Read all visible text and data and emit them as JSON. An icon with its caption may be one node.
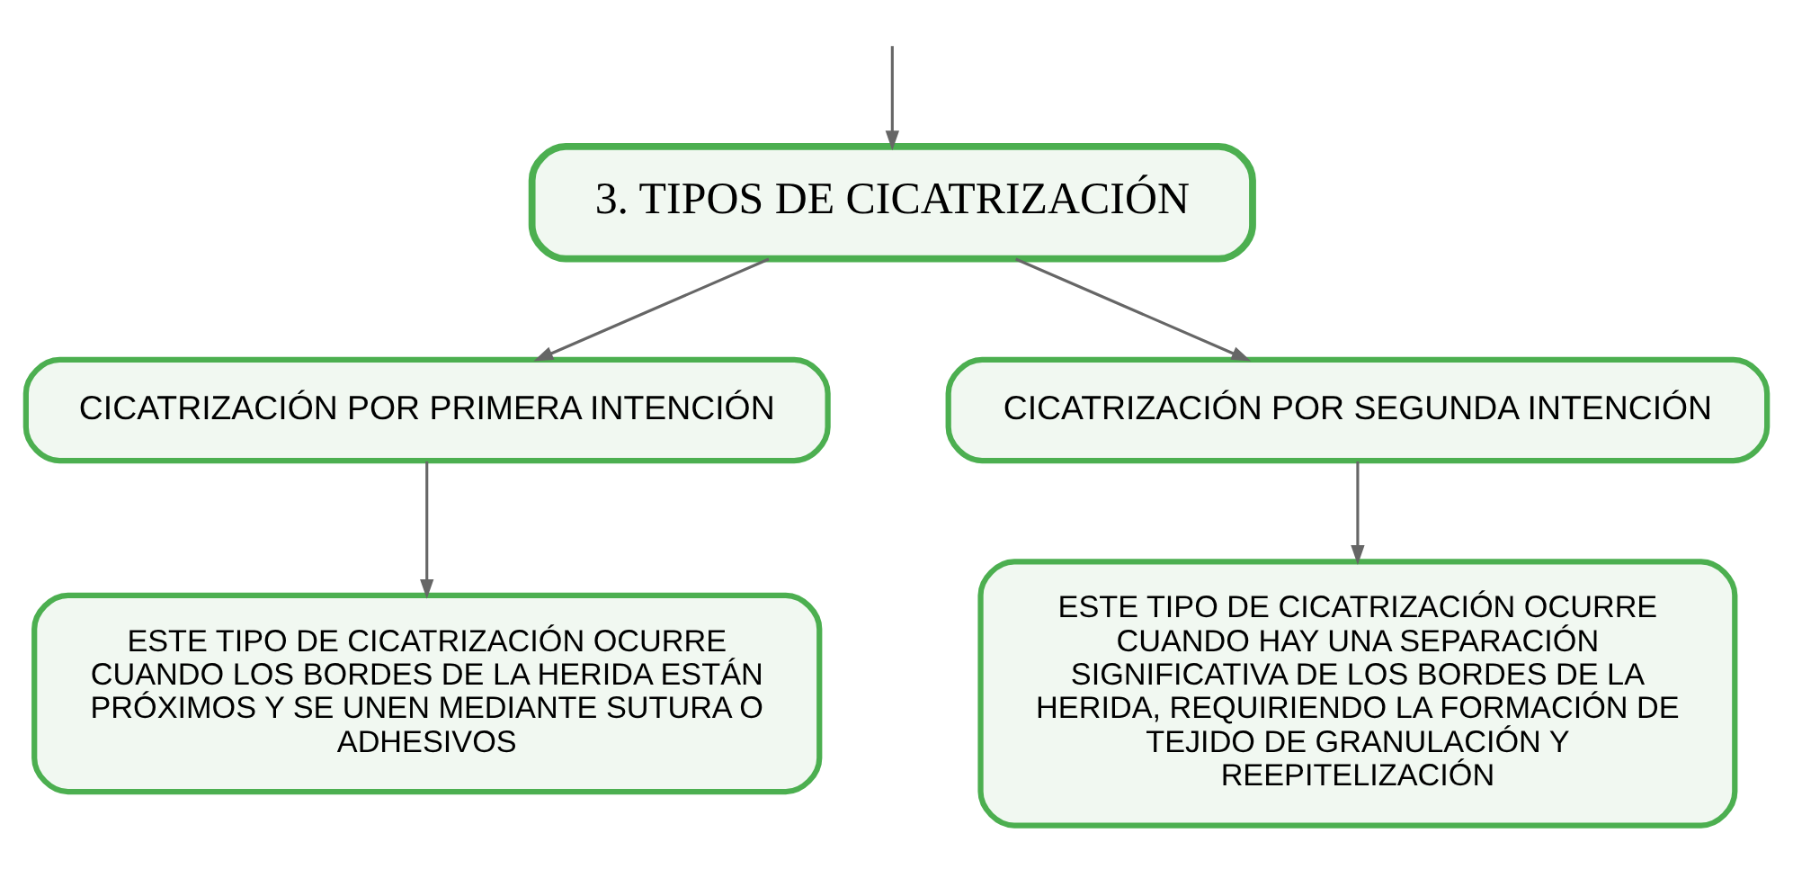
{
  "diagram": {
    "nodes": [
      {
        "text": [
          "3. TIPOS DE CICATRIZACIÓN"
        ]
      },
      {
        "text": [
          "CICATRIZACIÓN POR PRIMERA INTENCIÓN"
        ]
      },
      {
        "text": [
          "CICATRIZACIÓN POR SEGUNDA INTENCIÓN"
        ]
      },
      {
        "text": [
          "ESTE TIPO DE CICATRIZACIÓN OCURRE CUANDO LOS BORDES DE LA HERIDA ESTÁN PRÓXIMOS Y SE UNEN MEDIANTE SUTURA O ADHESIVOS"
        ]
      },
      {
        "text": [
          "ESTE TIPO DE CICATRIZACIÓN OCURRE CUANDO HAY UNA SEPARACIÓN SIGNIFICATIVA DE LOS BORDES DE LA HERIDA, REQUIRIENDO LA FORMACIÓN DE TEJIDO DE GRANULACIÓN Y REEPITELIZACIÓN"
        ]
      }
    ],
    "edges": [
      {
        "from": null,
        "to": 0,
        "arrow": "to"
      },
      {
        "from": 0,
        "to": 1,
        "arrow": "to"
      },
      {
        "from": 0,
        "to": 2,
        "arrow": "to"
      },
      {
        "from": 1,
        "to": 3,
        "arrow": "to"
      },
      {
        "from": 2,
        "to": 4,
        "arrow": "to"
      }
    ]
  }
}
